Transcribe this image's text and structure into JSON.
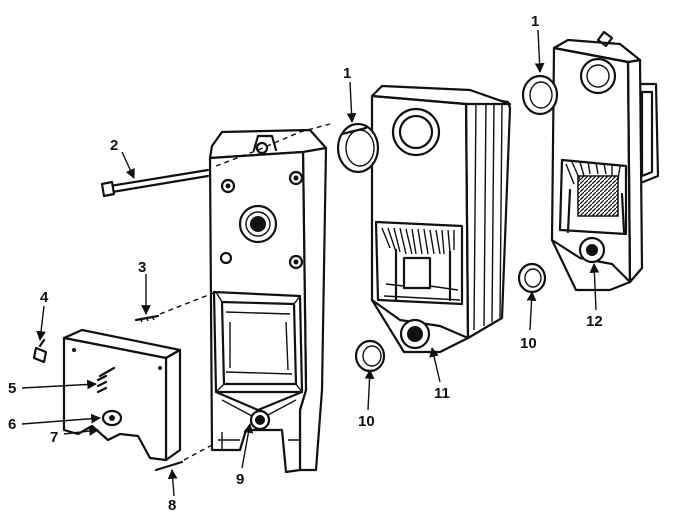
{
  "callouts": [
    {
      "id": "1a",
      "label": "1"
    },
    {
      "id": "1b",
      "label": "1"
    },
    {
      "id": "2",
      "label": "2"
    },
    {
      "id": "3",
      "label": "3"
    },
    {
      "id": "4",
      "label": "4"
    },
    {
      "id": "5",
      "label": "5"
    },
    {
      "id": "6",
      "label": "6"
    },
    {
      "id": "7",
      "label": "7"
    },
    {
      "id": "8",
      "label": "8"
    },
    {
      "id": "9",
      "label": "9"
    },
    {
      "id": "10a",
      "label": "10"
    },
    {
      "id": "10b",
      "label": "10"
    },
    {
      "id": "11",
      "label": "11"
    },
    {
      "id": "12",
      "label": "12"
    }
  ]
}
